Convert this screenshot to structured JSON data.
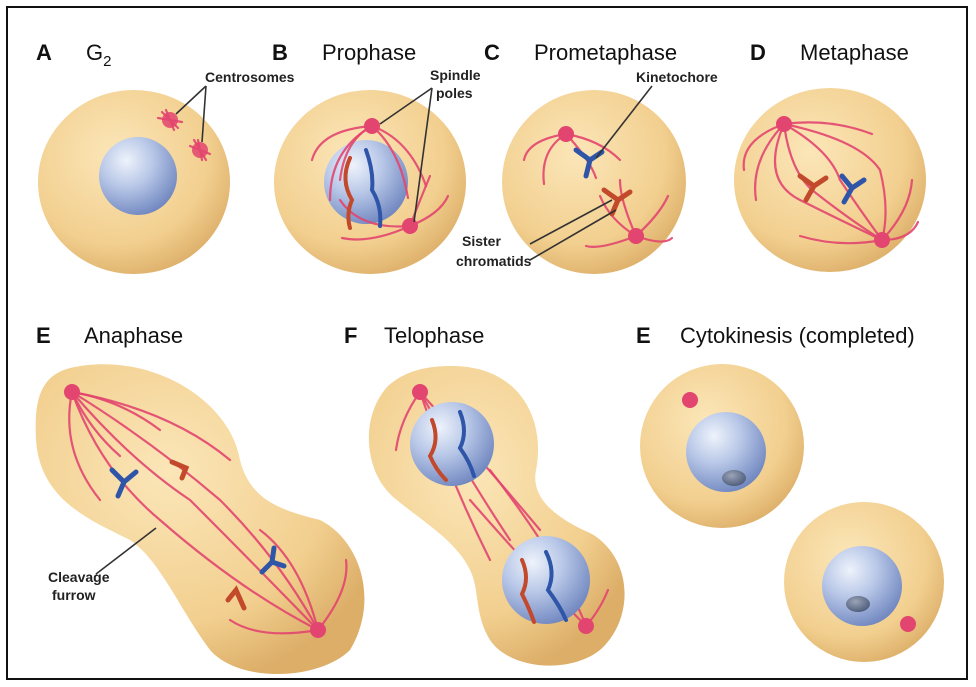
{
  "panels": [
    {
      "letter": "A",
      "title": "G",
      "subscript": "2"
    },
    {
      "letter": "B",
      "title": "Prophase"
    },
    {
      "letter": "C",
      "title": "Prometaphase"
    },
    {
      "letter": "D",
      "title": "Metaphase"
    },
    {
      "letter": "E",
      "title": "Anaphase"
    },
    {
      "letter": "F",
      "title": "Telophase"
    },
    {
      "letter": "E",
      "title": "Cytokinesis (completed)"
    }
  ],
  "labels": {
    "centrosomes": "Centrosomes",
    "spindle_poles_1": "Spindle",
    "spindle_poles_2": "poles",
    "kinetochore": "Kinetochore",
    "sister_chromatids_1": "Sister",
    "sister_chromatids_2": "chromatids",
    "cleavage_furrow_1": "Cleavage",
    "cleavage_furrow_2": "furrow"
  },
  "colors": {
    "cytoplasm": "#f2cf8f",
    "cytoplasm_edge": "#d9a95f",
    "nucleus": "#9fb3dc",
    "spindle": "#e2456f",
    "chromatid_blue": "#2f55a8",
    "chromatid_red": "#c2492b"
  }
}
